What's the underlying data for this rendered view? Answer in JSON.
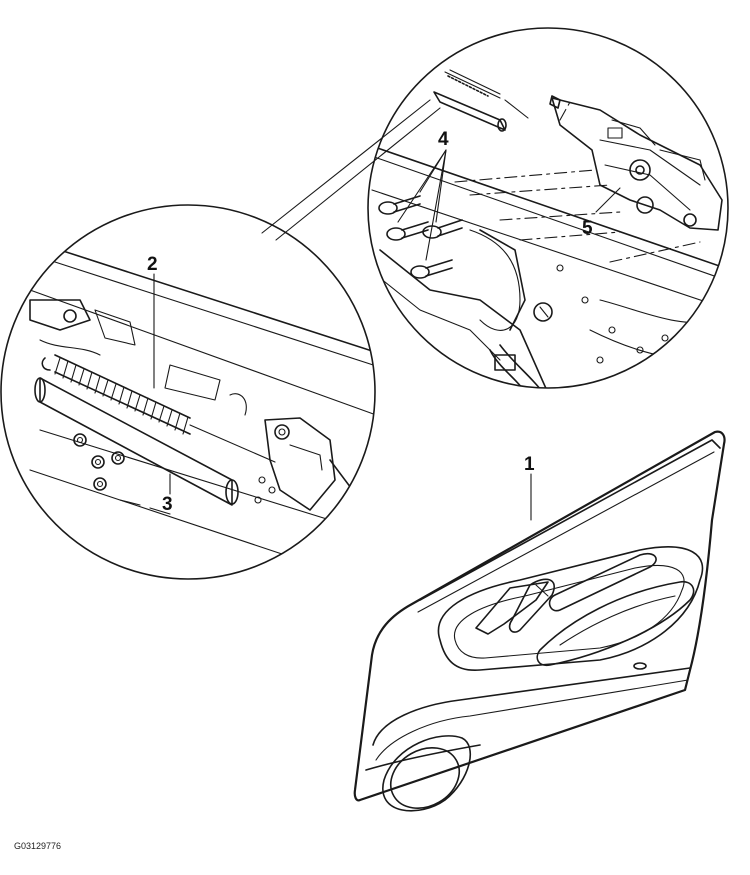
{
  "figure_id": "G03129776",
  "callouts": [
    {
      "id": "1",
      "label": "1"
    },
    {
      "id": "2",
      "label": "2"
    },
    {
      "id": "3",
      "label": "3"
    },
    {
      "id": "4",
      "label": "4"
    },
    {
      "id": "5",
      "label": "5"
    }
  ],
  "colors": {
    "line": "#1a1a1a",
    "background": "#ffffff",
    "tube_fill": "#d9d9d9",
    "panel_fill": "#f4f4f4",
    "speaker_fill": "#555555"
  }
}
